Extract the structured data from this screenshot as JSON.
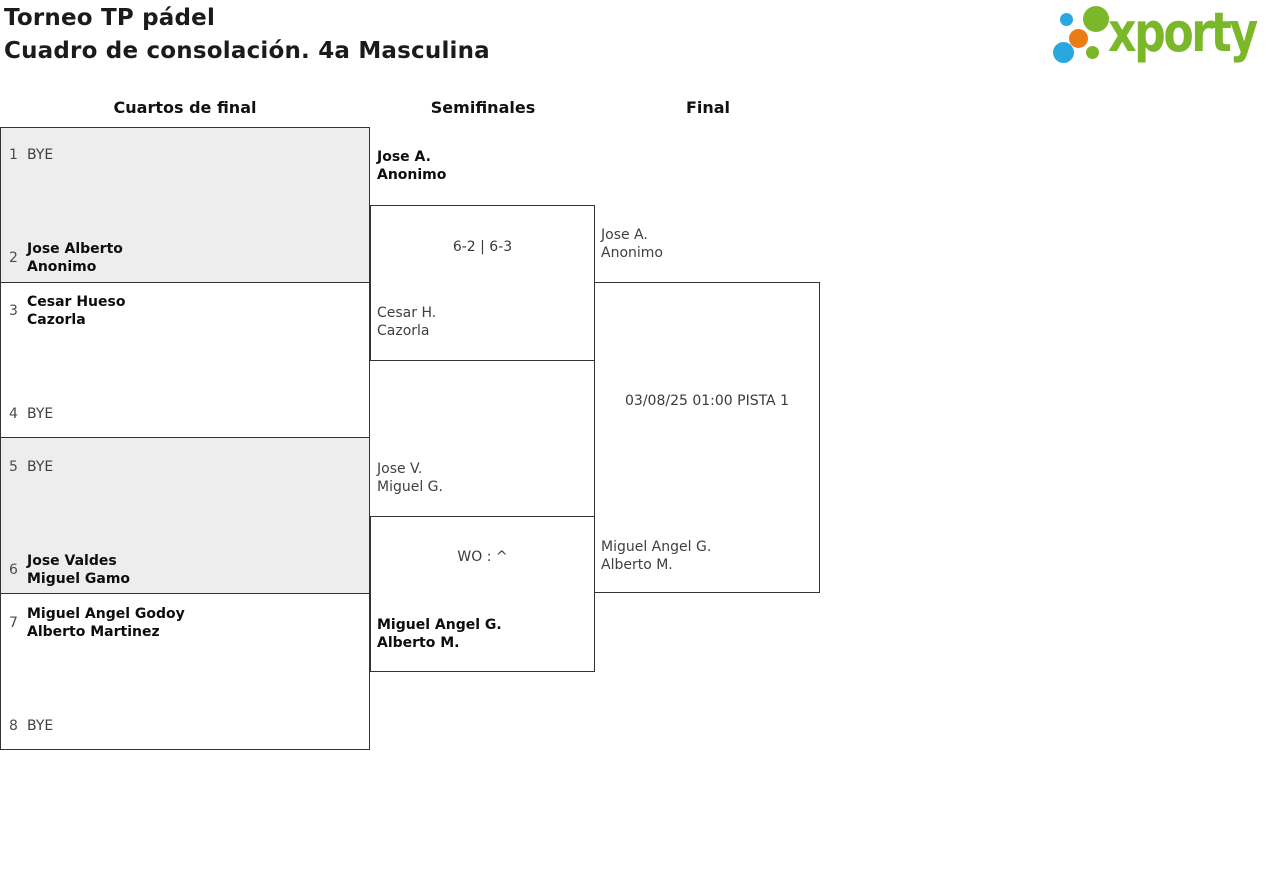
{
  "page": {
    "title_line1": "Torneo TP pádel",
    "title_line2": "Cuadro de consolación. 4a Masculina"
  },
  "logo": {
    "text": "xporty",
    "colors": {
      "green": "#7ab829",
      "blue": "#29a8e0",
      "orange": "#e97c12"
    }
  },
  "round_headers": [
    "Cuartos de final",
    "Semifinales",
    "Final"
  ],
  "quarterfinals": [
    {
      "seed_top": "1",
      "top_lines": [
        "BYE"
      ],
      "seed_bottom": "2",
      "bottom_lines": [
        "Jose Alberto",
        "Anonimo"
      ]
    },
    {
      "seed_top": "3",
      "top_lines": [
        "Cesar Hueso",
        "Cazorla"
      ],
      "seed_bottom": "4",
      "bottom_lines": [
        "BYE"
      ]
    },
    {
      "seed_top": "5",
      "top_lines": [
        "BYE"
      ],
      "seed_bottom": "6",
      "bottom_lines": [
        "Jose Valdes",
        "Miguel Gamo"
      ]
    },
    {
      "seed_top": "7",
      "top_lines": [
        "Miguel Angel Godoy",
        "Alberto Martinez"
      ],
      "seed_bottom": "8",
      "bottom_lines": [
        "BYE"
      ]
    }
  ],
  "semifinals": [
    {
      "score": "6-2 | 6-3",
      "top_team": [
        "Jose A.",
        "Anonimo"
      ],
      "bottom_team": [
        "Cesar H.",
        "Cazorla"
      ],
      "winner": "top"
    },
    {
      "score": "WO : ^",
      "top_team": [
        "Jose V.",
        "Miguel G."
      ],
      "bottom_team": [
        "Miguel Angel G.",
        "Alberto M."
      ],
      "winner": "bottom"
    }
  ],
  "final": {
    "schedule": "03/08/25 01:00 PISTA 1",
    "top_team": [
      "Jose A.",
      "Anonimo"
    ],
    "bottom_team": [
      "Miguel Angel G.",
      "Alberto M."
    ]
  }
}
